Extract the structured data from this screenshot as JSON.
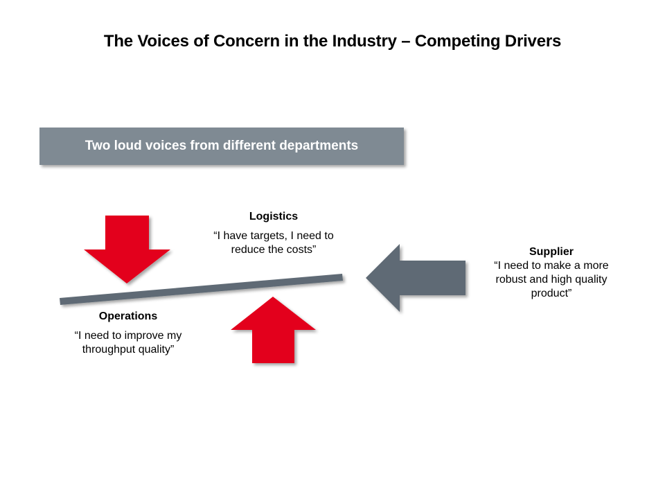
{
  "title": "The Voices of Concern in the Industry – Competing Drivers",
  "banner": {
    "text": "Two loud voices from different departments"
  },
  "logistics": {
    "name": "Logistics",
    "quote": "“I have targets, I need to reduce the costs”"
  },
  "operations": {
    "name": "Operations",
    "quote": "“I need to improve my throughput quality”"
  },
  "supplier": {
    "name": "Supplier",
    "quote": "“I need to make a more robust and high quality product”"
  },
  "colors": {
    "red_arrow": "#e3001b",
    "gray_arrow": "#5e6a74",
    "lever": "#5e6a74",
    "banner": "#7f8a93"
  },
  "icons": {
    "down_arrow": "arrow-down-icon",
    "up_arrow": "arrow-up-icon",
    "left_arrow": "arrow-left-icon"
  }
}
